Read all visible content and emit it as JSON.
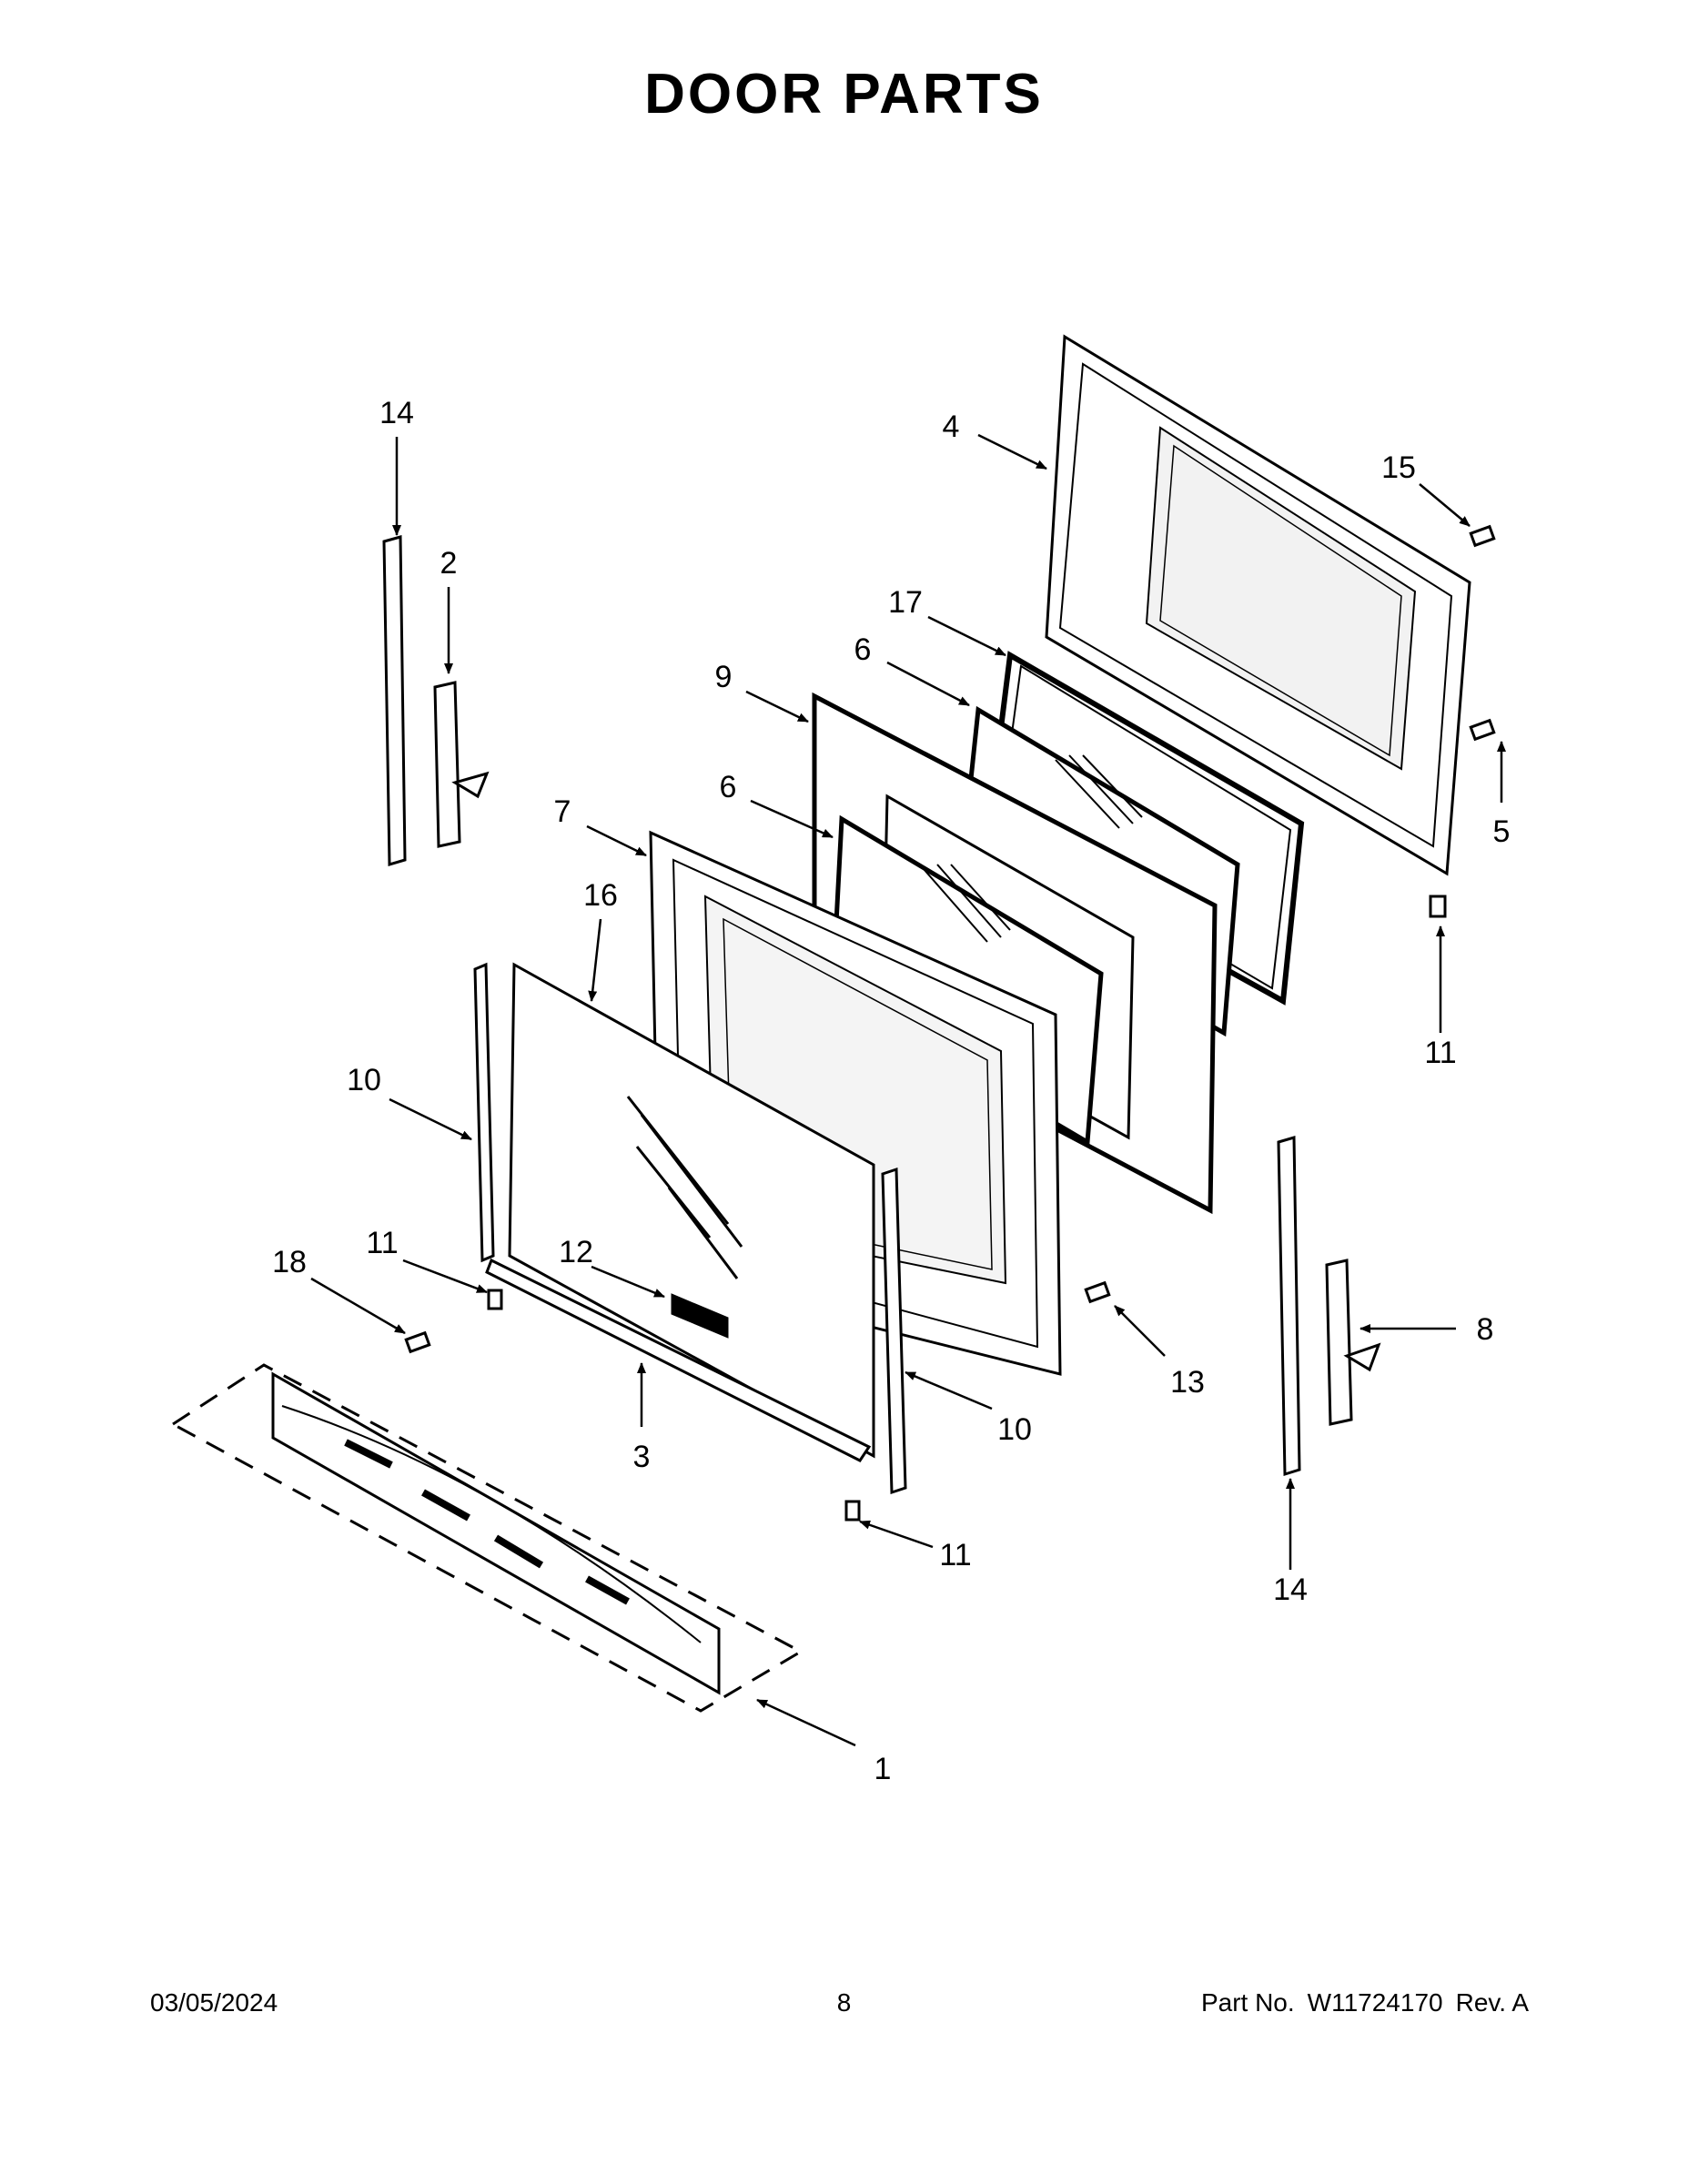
{
  "page": {
    "title": "DOOR PARTS"
  },
  "callouts": {
    "c1": "1",
    "c2": "2",
    "c3": "3",
    "c4": "4",
    "c5": "5",
    "c6a": "6",
    "c6b": "6",
    "c7": "7",
    "c8": "8",
    "c9": "9",
    "c10a": "10",
    "c10b": "10",
    "c11a": "11",
    "c11b": "11",
    "c11c": "11",
    "c12": "12",
    "c13": "13",
    "c14a": "14",
    "c14b": "14",
    "c15": "15",
    "c16": "16",
    "c17": "17",
    "c18": "18"
  },
  "footer": {
    "date": "03/05/2024",
    "page_number": "8",
    "part_label": "Part No.",
    "part_number": "W11724170",
    "revision": "Rev. A"
  },
  "colors": {
    "line": "#000000",
    "part_fill": "#ffffff",
    "shade": "#e8e8e8"
  }
}
